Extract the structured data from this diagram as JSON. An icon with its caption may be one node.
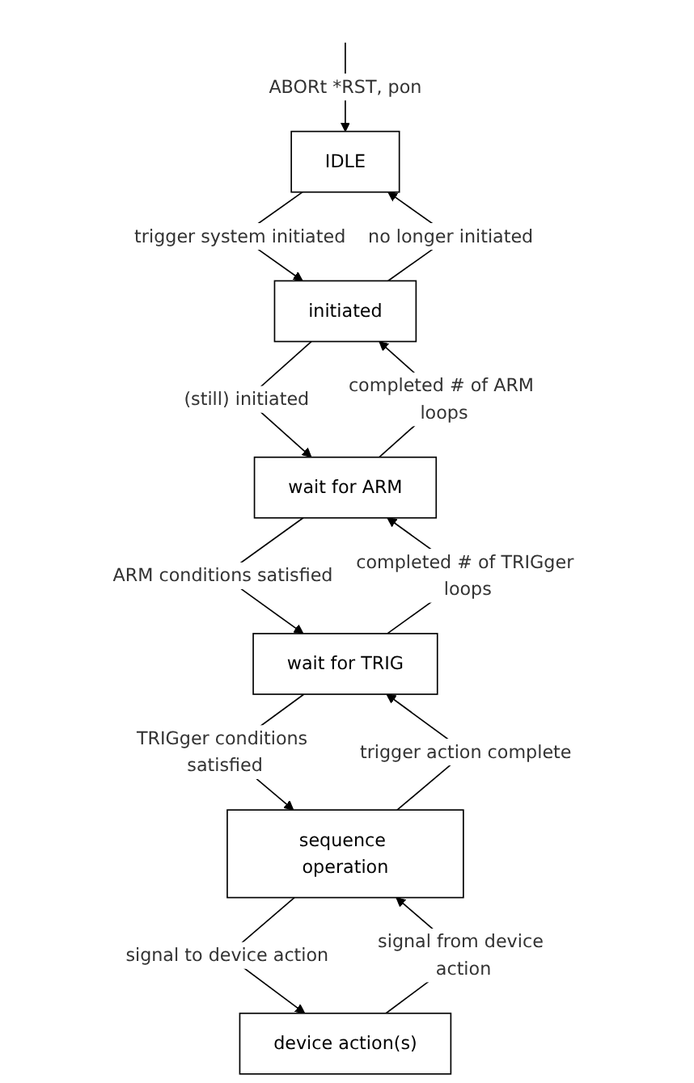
{
  "diagram": {
    "nodes": [
      {
        "text": [
          "IDLE"
        ]
      },
      {
        "text": [
          "initiated"
        ]
      },
      {
        "text": [
          "wait for ARM"
        ]
      },
      {
        "text": [
          "wait for TRIG"
        ]
      },
      {
        "text": [
          "sequence operation"
        ]
      },
      {
        "text": [
          "device action(s)"
        ]
      }
    ],
    "edges": [
      {
        "from": null,
        "to": 0,
        "arrow": "to",
        "label": "ABORt *RST, pon"
      },
      {
        "from": 0,
        "to": 1,
        "arrow": "to",
        "label": "trigger system initiated"
      },
      {
        "from": 1,
        "to": 0,
        "arrow": "to",
        "label": "no longer initiated"
      },
      {
        "from": 1,
        "to": 2,
        "arrow": "to",
        "label": "(still) initiated"
      },
      {
        "from": 2,
        "to": 1,
        "arrow": "to",
        "label": "completed # of ARM loops"
      },
      {
        "from": 2,
        "to": 3,
        "arrow": "to",
        "label": "ARM conditions satisfied"
      },
      {
        "from": 3,
        "to": 2,
        "arrow": "to",
        "label": "completed # of TRIGger loops"
      },
      {
        "from": 3,
        "to": 4,
        "arrow": "to",
        "label": "TRIGger conditions satisfied"
      },
      {
        "from": 4,
        "to": 3,
        "arrow": "to",
        "label": "trigger action complete"
      },
      {
        "from": 4,
        "to": 5,
        "arrow": "to",
        "label": "signal to device action"
      },
      {
        "from": 5,
        "to": 4,
        "arrow": "to",
        "label": "signal from device action"
      }
    ]
  }
}
